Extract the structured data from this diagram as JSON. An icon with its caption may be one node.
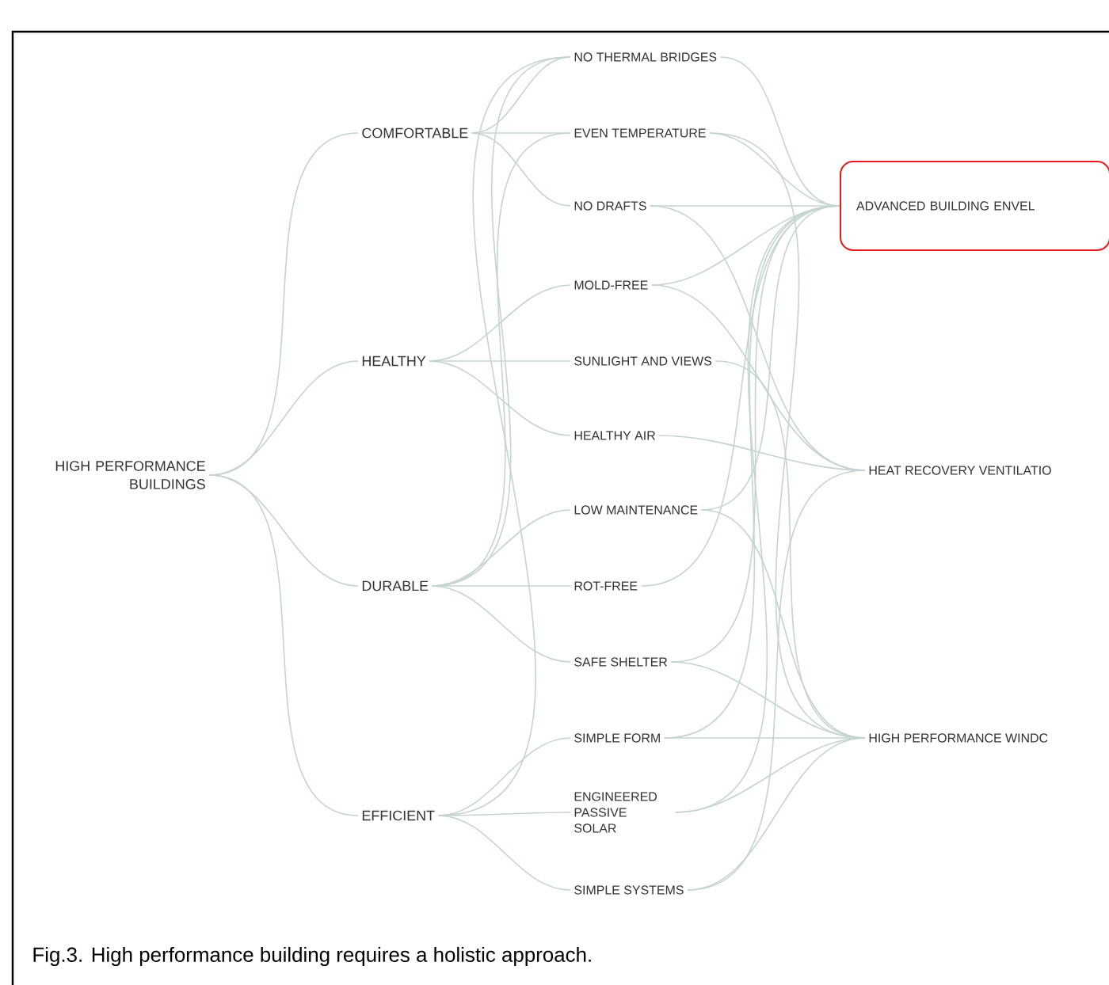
{
  "diagram": {
    "caption": "Fig.3. High performance building requires a holistic approach.",
    "nodes": [
      {
        "text": [
          "HIGH PERFORMANCE BUILDINGS"
        ]
      },
      {
        "text": [
          "COMFORTABLE"
        ]
      },
      {
        "text": [
          "HEALTHY"
        ]
      },
      {
        "text": [
          "DURABLE"
        ]
      },
      {
        "text": [
          "EFFICIENT"
        ]
      },
      {
        "text": [
          "NO THERMAL BRIDGES"
        ]
      },
      {
        "text": [
          "EVEN TEMPERATURE"
        ]
      },
      {
        "text": [
          "NO DRAFTS"
        ]
      },
      {
        "text": [
          "MOLD-FREE"
        ]
      },
      {
        "text": [
          "SUNLIGHT AND VIEWS"
        ]
      },
      {
        "text": [
          "HEALTHY AIR"
        ]
      },
      {
        "text": [
          "LOW MAINTENANCE"
        ]
      },
      {
        "text": [
          "ROT-FREE"
        ]
      },
      {
        "text": [
          "SAFE SHELTER"
        ]
      },
      {
        "text": [
          "SIMPLE FORM"
        ]
      },
      {
        "text": [
          "ENGINEERED PASSIVE SOLAR"
        ]
      },
      {
        "text": [
          "SIMPLE SYSTEMS"
        ]
      },
      {
        "text": [
          "ADVANCED BUILDING ENVEL"
        ]
      },
      {
        "text": [
          "HEAT RECOVERY VENTILATIO"
        ]
      },
      {
        "text": [
          "HIGH PERFORMANCE WINDC"
        ]
      }
    ],
    "edges": [
      {
        "from": 0,
        "to": 1,
        "arrow": "none"
      },
      {
        "from": 0,
        "to": 2,
        "arrow": "none"
      },
      {
        "from": 0,
        "to": 3,
        "arrow": "none"
      },
      {
        "from": 0,
        "to": 4,
        "arrow": "none"
      },
      {
        "from": 1,
        "to": 5,
        "arrow": "none"
      },
      {
        "from": 1,
        "to": 6,
        "arrow": "none"
      },
      {
        "from": 1,
        "to": 7,
        "arrow": "none"
      },
      {
        "from": 2,
        "to": 8,
        "arrow": "none"
      },
      {
        "from": 2,
        "to": 9,
        "arrow": "none"
      },
      {
        "from": 2,
        "to": 10,
        "arrow": "none"
      },
      {
        "from": 3,
        "to": 11,
        "arrow": "none"
      },
      {
        "from": 3,
        "to": 12,
        "arrow": "none"
      },
      {
        "from": 3,
        "to": 13,
        "arrow": "none"
      },
      {
        "from": 4,
        "to": 14,
        "arrow": "none"
      },
      {
        "from": 4,
        "to": 15,
        "arrow": "none"
      },
      {
        "from": 4,
        "to": 16,
        "arrow": "none"
      },
      {
        "from": 3,
        "to": 5,
        "arrow": "none"
      },
      {
        "from": 3,
        "to": 6,
        "arrow": "none"
      },
      {
        "from": 4,
        "to": 5,
        "arrow": "none"
      },
      {
        "from": 5,
        "to": 17,
        "arrow": "none"
      },
      {
        "from": 6,
        "to": 17,
        "arrow": "none"
      },
      {
        "from": 6,
        "to": 19,
        "arrow": "none"
      },
      {
        "from": 7,
        "to": 17,
        "arrow": "none"
      },
      {
        "from": 7,
        "to": 18,
        "arrow": "none"
      },
      {
        "from": 8,
        "to": 17,
        "arrow": "none"
      },
      {
        "from": 8,
        "to": 18,
        "arrow": "none"
      },
      {
        "from": 9,
        "to": 19,
        "arrow": "none"
      },
      {
        "from": 10,
        "to": 18,
        "arrow": "none"
      },
      {
        "from": 11,
        "to": 17,
        "arrow": "none"
      },
      {
        "from": 11,
        "to": 19,
        "arrow": "none"
      },
      {
        "from": 12,
        "to": 17,
        "arrow": "none"
      },
      {
        "from": 13,
        "to": 17,
        "arrow": "none"
      },
      {
        "from": 13,
        "to": 19,
        "arrow": "none"
      },
      {
        "from": 14,
        "to": 17,
        "arrow": "none"
      },
      {
        "from": 14,
        "to": 19,
        "arrow": "none"
      },
      {
        "from": 15,
        "to": 17,
        "arrow": "none"
      },
      {
        "from": 15,
        "to": 19,
        "arrow": "none"
      },
      {
        "from": 16,
        "to": 18,
        "arrow": "none"
      },
      {
        "from": 16,
        "to": 19,
        "arrow": "none"
      }
    ]
  }
}
